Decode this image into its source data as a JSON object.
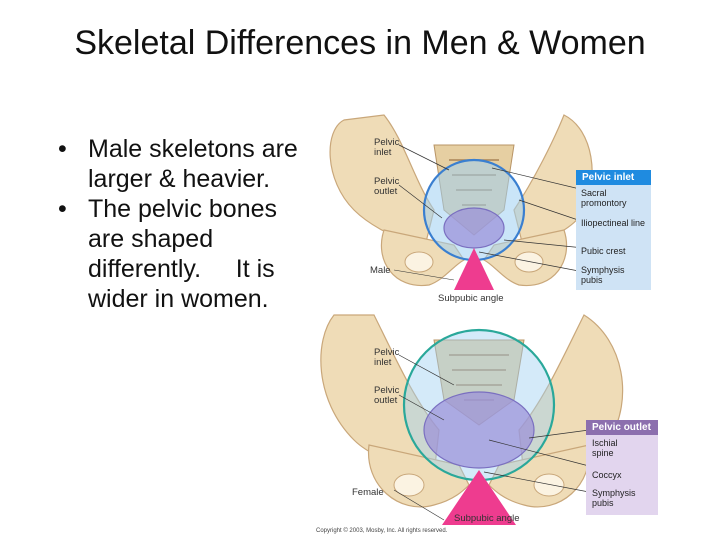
{
  "slide": {
    "title": "Skeletal Differences in Men & Women",
    "bullets": [
      {
        "marker": "•",
        "text": " Male skeletons are larger & heavier."
      },
      {
        "marker": "•",
        "text": "The pelvic bones are shaped differently.     It is wider in women."
      }
    ]
  },
  "figure": {
    "male": {
      "label": "Male",
      "pelvic_inlet": "Pelvic inlet",
      "pelvic_outlet": "Pelvic outlet",
      "subpubic": "Subpubic angle",
      "panel_title": "Pelvic inlet",
      "panel_items": [
        "Sacral promontory",
        "Iliopectineal line",
        "Pubic crest",
        "Symphysis pubis"
      ]
    },
    "female": {
      "label": "Female",
      "pelvic_inlet": "Pelvic inlet",
      "pelvic_outlet": "Pelvic outlet",
      "subpubic": "Subpubic angle",
      "panel_title": "Pelvic outlet",
      "panel_items": [
        "Ischial spine",
        "Coccyx",
        "Symphysis pubis"
      ]
    },
    "copyright": "Copyright © 2003, Mosby, Inc. All rights reserved."
  },
  "colors": {
    "bone": "#efdcb7",
    "bone_shadow": "#d9b98a",
    "inlet_blue": "#3a7fd0",
    "outlet_purple": "#9a8fd8",
    "pink": "#ee3c8f",
    "panel_blue": "#1f8be0",
    "panel_box_blue": "#cfe3f5",
    "panel_purple": "#8c6fae",
    "panel_box_purple": "#e2d5ee"
  }
}
